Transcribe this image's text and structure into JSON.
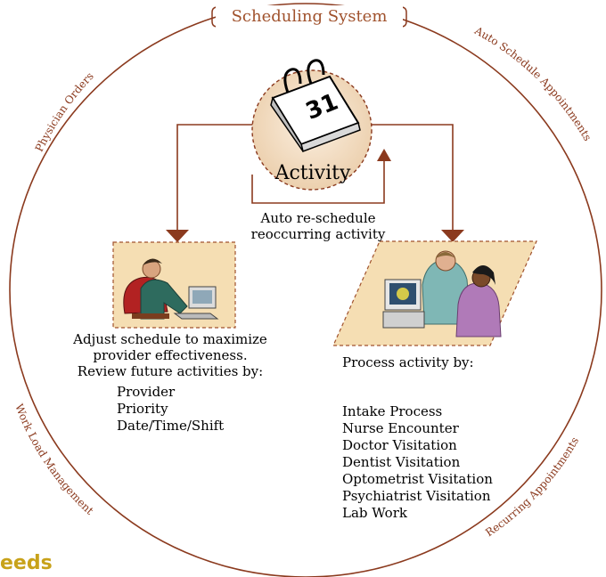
{
  "title": "Scheduling System",
  "ring_labels": {
    "top_left": "Physician Orders",
    "top_right": "Auto Schedule Appointments",
    "bottom_left": "Work Load Management",
    "bottom_right": "Recurring Appointments"
  },
  "center": {
    "label": "Activity",
    "calendar_number": "31"
  },
  "loop_note": {
    "line1": "Auto re-schedule",
    "line2": "reoccurring activity"
  },
  "left_panel": {
    "heading_line1": "Adjust schedule to maximize",
    "heading_line2": "provider effectiveness.",
    "heading_line3": "Review future activities by:",
    "items": [
      "Provider",
      "Priority",
      "Date/Time/Shift"
    ]
  },
  "right_panel": {
    "heading": "Process activity by:",
    "items": [
      "Intake Process",
      "Nurse Encounter",
      "Doctor Visitation",
      "Dentist Visitation",
      "Optometrist Visitation",
      "Psychiatrist Visitation",
      "Lab Work"
    ]
  },
  "corner_text": "eeds",
  "colors": {
    "ring": "#8b3a1e",
    "arrow": "#8b3a1e",
    "panel_fill": "#f5deb3",
    "panel_border": "#a0522d",
    "center_fill": "#f1dcc0"
  }
}
